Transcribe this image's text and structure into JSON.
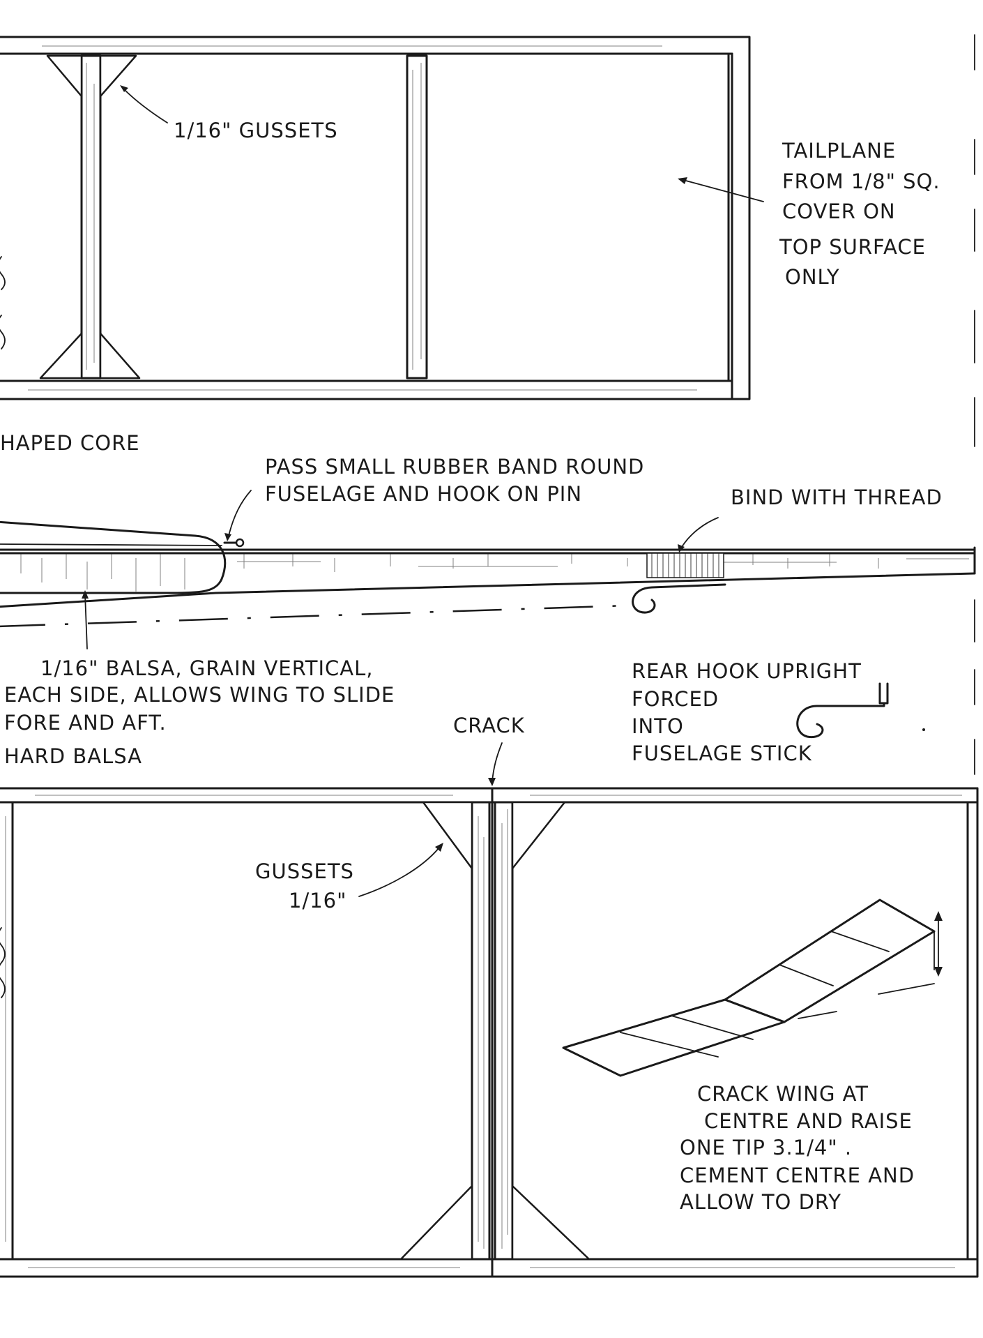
{
  "labels": {
    "gussets_top": "1/16\" GUSSETS",
    "tailplane": [
      "TAILPLANE",
      "FROM 1/8\" SQ.",
      "COVER ON",
      "TOP SURFACE",
      "ONLY"
    ],
    "shaped_core": "HAPED CORE",
    "rubber_band": [
      "PASS SMALL RUBBER BAND ROUND",
      "FUSELAGE AND HOOK ON PIN"
    ],
    "bind_thread": "BIND WITH THREAD",
    "balsa_note": [
      "1/16\" BALSA, GRAIN VERTICAL,",
      "EACH SIDE, ALLOWS WING TO SLIDE",
      "FORE AND AFT."
    ],
    "hard_balsa": "HARD BALSA",
    "crack": "CRACK",
    "rear_hook": [
      "REAR HOOK UPRIGHT",
      "FORCED",
      "INTO",
      "FUSELAGE STICK"
    ],
    "gussets_bottom": [
      "GUSSETS",
      "1/16\""
    ],
    "crack_wing": [
      "CRACK WING AT",
      "CENTRE AND RAISE",
      "ONE TIP 3.1/4\" .",
      "CEMENT CENTRE AND",
      "ALLOW TO DRY"
    ]
  }
}
